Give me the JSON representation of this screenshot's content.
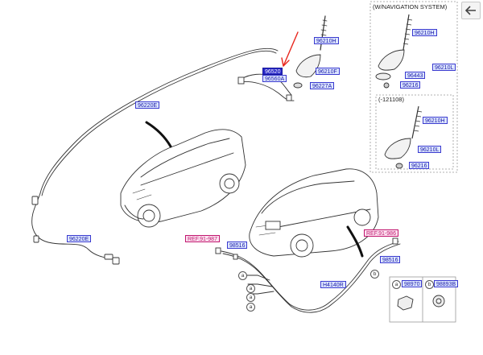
{
  "nav": {
    "back_icon": "arrow-left-icon"
  },
  "accent": {
    "arrow": "#e8261d",
    "label_border": "#3a3acf",
    "ref_text": "#c0156e"
  },
  "callouts": {
    "c96210H": "96210H",
    "c96210F": "96210F",
    "c96520": "96520",
    "c96560A": "96560A",
    "c96227A": "96227A",
    "c96220E_top": "96220E",
    "c96220E_bot": "96220E",
    "ref1": "REF.91-987",
    "c98516_left": "98516",
    "ref2": "REF.91-986",
    "c98516_right": "98516",
    "cH4140R": "H4140R"
  },
  "nav_box": {
    "title": "(W/NAVIGATION SYSTEM)",
    "c96210H": "96210H",
    "c96210L": "96210L",
    "c96443": "96443",
    "c96216": "96216"
  },
  "sub_box": {
    "title": "(-121108)",
    "c96210H": "96210H",
    "c96210L": "96210L",
    "c96216": "96216"
  },
  "parts_box": {
    "c98970": "98970",
    "c98893B": "98893B",
    "marker_a": "a",
    "marker_b": "b"
  },
  "markers": {
    "a1": "a",
    "a2": "a",
    "a3": "a",
    "a4": "a",
    "b1": "b"
  }
}
